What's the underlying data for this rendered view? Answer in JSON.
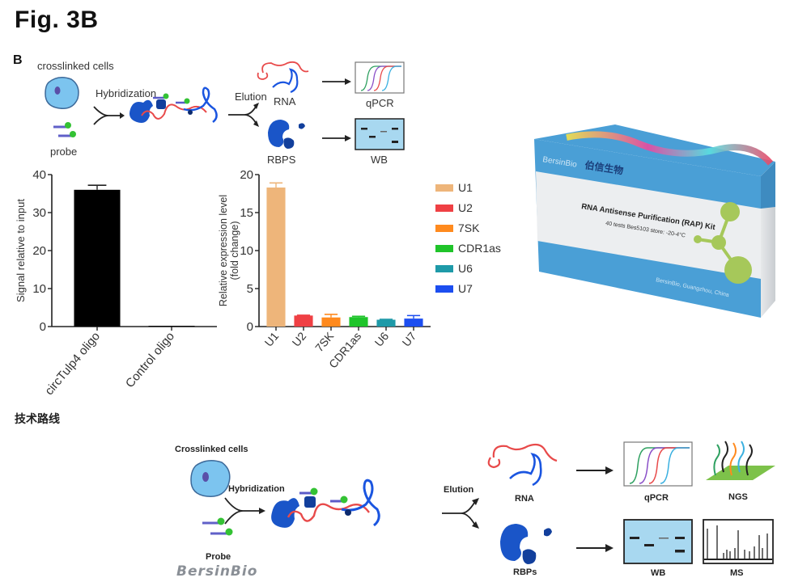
{
  "figure": {
    "title": "Fig. 3B",
    "panel_letter": "B",
    "section_title": "技术路线"
  },
  "top_workflow": {
    "cells_label": "crosslinked cells",
    "probe_label": "probe",
    "hybridization_label": "Hybridization",
    "elution_label": "Elution",
    "rna_label": "RNA",
    "rbps_label": "RBPS",
    "qpcr_label": "qPCR",
    "wb_label": "WB"
  },
  "bottom_workflow": {
    "cells_label": "Crosslinked cells",
    "probe_label": "Probe",
    "hybridization_label": "Hybridization",
    "elution_label": "Elution",
    "rna_label": "RNA",
    "rbps_label": "RBPs",
    "qpcr_label": "qPCR",
    "ngs_label": "NGS",
    "wb_label": "WB",
    "ms_label": "MS",
    "brand_logo": "BersinBio"
  },
  "product_box": {
    "brand": "BersinBio",
    "brand_cn": "伯信生物",
    "product_name": "RNA Antisense Purification (RAP) Kit",
    "spec_line": "40 tests  Bes5103  store: -20-4°C",
    "footer": "BersinBio, Guangzhou, China",
    "colors": {
      "blue": "#4a9fd6",
      "green": "#a6c85a"
    }
  },
  "chart_data": [
    {
      "type": "bar",
      "title": "",
      "xlabel": "",
      "ylabel": "Signal relative to input",
      "categories": [
        "circTulp4 oligo",
        "Control oligo"
      ],
      "values": [
        36,
        0.2
      ],
      "errors": [
        1.2,
        0
      ],
      "ylim": [
        0,
        40
      ],
      "yticks": [
        "0",
        "10",
        "20",
        "30",
        "40"
      ],
      "colors": [
        "#000000",
        "#000000"
      ],
      "grid": false
    },
    {
      "type": "bar",
      "title": "",
      "xlabel": "",
      "ylabel": "Relative expression level",
      "ylabel2": "(fold change)",
      "categories": [
        "U1",
        "U2",
        "7SK",
        "CDR1as",
        "U6",
        "U7"
      ],
      "values": [
        18.3,
        1.45,
        1.2,
        1.25,
        0.9,
        1.05
      ],
      "errors": [
        0.6,
        0.05,
        0.4,
        0.1,
        0.05,
        0.4
      ],
      "ylim": [
        0,
        20
      ],
      "yticks": [
        "0",
        "5",
        "10",
        "15",
        "20"
      ],
      "legend": [
        "U1",
        "U2",
        "7SK",
        "CDR1as",
        "U6",
        "U7"
      ],
      "legend_position": "right",
      "colors": [
        "#eeb57a",
        "#ef4044",
        "#ff8a1e",
        "#1fc42a",
        "#1e9aa8",
        "#1c4ef0"
      ],
      "grid": false
    }
  ]
}
